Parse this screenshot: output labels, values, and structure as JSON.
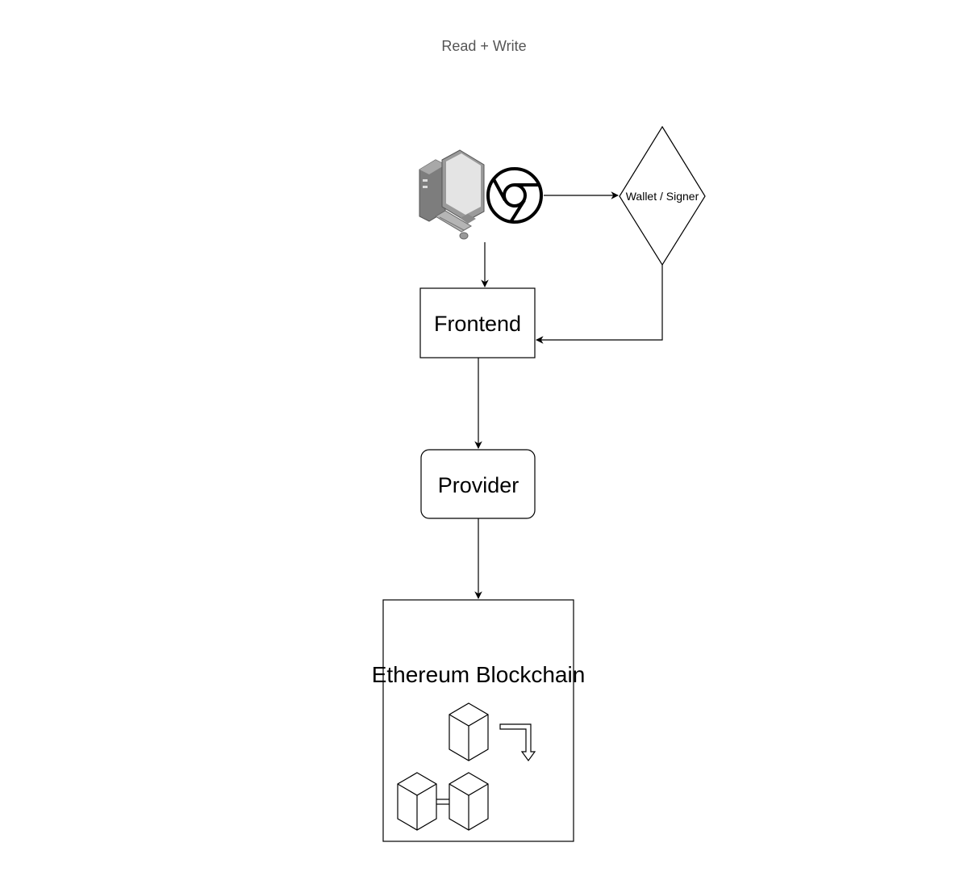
{
  "title": "Read + Write",
  "nodes": {
    "wallet": {
      "label": "Wallet / Signer"
    },
    "frontend": {
      "label": "Frontend"
    },
    "provider": {
      "label": "Provider"
    },
    "blockchain": {
      "label": "Ethereum Blockchain"
    }
  },
  "icons": {
    "computer": "desktop-computer-icon",
    "browser": "chrome-browser-icon",
    "block": "cube-block-icon"
  },
  "colors": {
    "stroke": "#000000",
    "title": "#555555",
    "computer_body": "#8f8f8f",
    "computer_screen": "#d9d9d9"
  }
}
